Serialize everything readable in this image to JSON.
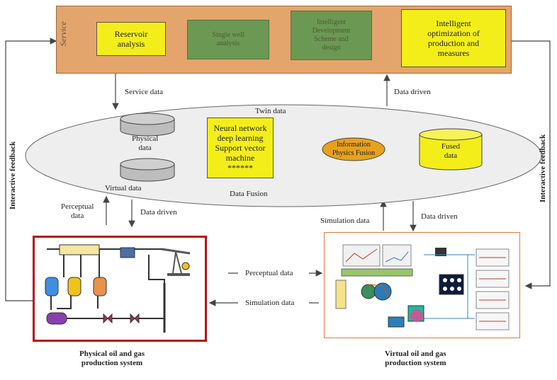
{
  "service": {
    "title": "Service",
    "reservoir": "Reservoir\nanalysis",
    "green1": "Single well\nanalysis",
    "green2": "Intelligent\nDevelopment\nScheme and\ndesign",
    "optimization": "Intelligent\noptimization of\nproduction and\nmeasures"
  },
  "links": {
    "service_data": "Service data",
    "data_driven_top": "Data driven",
    "twin_data": "Twin data",
    "perceptual_data_left": "Perceptual\ndata",
    "data_driven_left": "Data driven",
    "simulation_data_right": "Simulation data",
    "data_driven_right": "Data driven",
    "perceptual_data_mid": "Perceptual data",
    "simulation_data_mid": "Simulation data",
    "interactive_feedback_left": "Interactive feedback",
    "interactive_feedback_right": "Interactive feedback"
  },
  "twin": {
    "physical_data": "Physical\ndata",
    "virtual_data": "Virtual data",
    "algorithms": "Neural network\ndeep learning\nSupport vector\nmachine\n******",
    "information_fusion": "Information\nPhysics Fusion",
    "fused_data": "Fused\ndata",
    "data_fusion": "Data Fusion"
  },
  "systems": {
    "physical": "Physical oil and gas\nproduction system",
    "virtual": "Virtual oil and gas\nproduction system"
  },
  "colors": {
    "service_bg": "#e3a56b",
    "yellow": "#f3ee1a",
    "green": "#43944a",
    "orange_ellipse": "#e8a11c",
    "physical_border": "#b3111a",
    "virtual_border": "#e07a3a"
  }
}
